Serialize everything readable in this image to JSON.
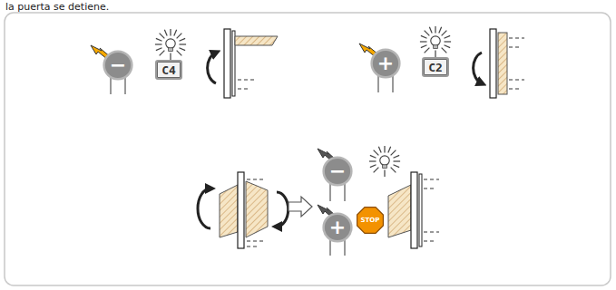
{
  "diagram": {
    "nodes": [
      {
        "text": [
          "−"
        ]
      },
      {
        "text": [
          "C4"
        ]
      },
      {
        "text": [
          "+"
        ]
      },
      {
        "text": [
          "C2"
        ]
      },
      {
        "text": [
          "−"
        ]
      },
      {
        "text": [
          "+"
        ]
      },
      {
        "text": [
          "STOP"
        ]
      }
    ],
    "labels": [
      "la puerta se detiene."
    ]
  }
}
